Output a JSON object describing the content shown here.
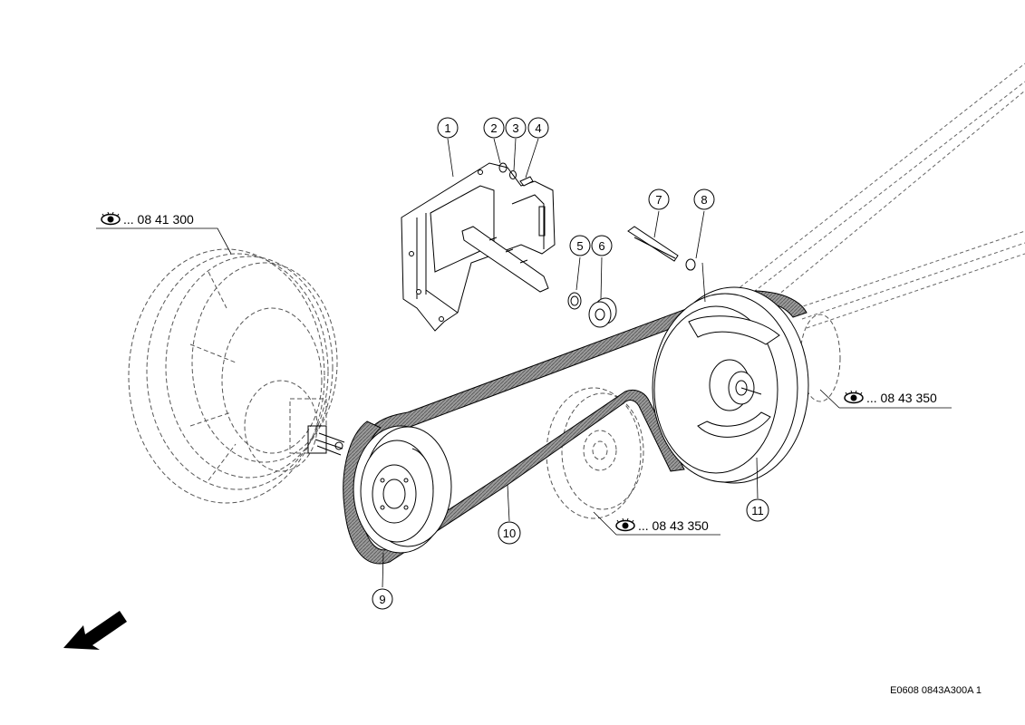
{
  "callouts": [
    {
      "label": "1"
    },
    {
      "label": "2"
    },
    {
      "label": "3"
    },
    {
      "label": "4"
    },
    {
      "label": "5"
    },
    {
      "label": "6"
    },
    {
      "label": "7"
    },
    {
      "label": "8"
    },
    {
      "label": "9"
    },
    {
      "label": "10"
    },
    {
      "label": "11"
    }
  ],
  "references": [
    {
      "text": "... 08 41 300",
      "icon": "eye-icon"
    },
    {
      "text": "... 08 43 350",
      "icon": "eye-icon"
    },
    {
      "text": "... 08 43 350",
      "icon": "eye-icon"
    }
  ],
  "drawing_code": "E0608 0843A300A 1",
  "direction_arrow": "arrow-down-left-icon"
}
